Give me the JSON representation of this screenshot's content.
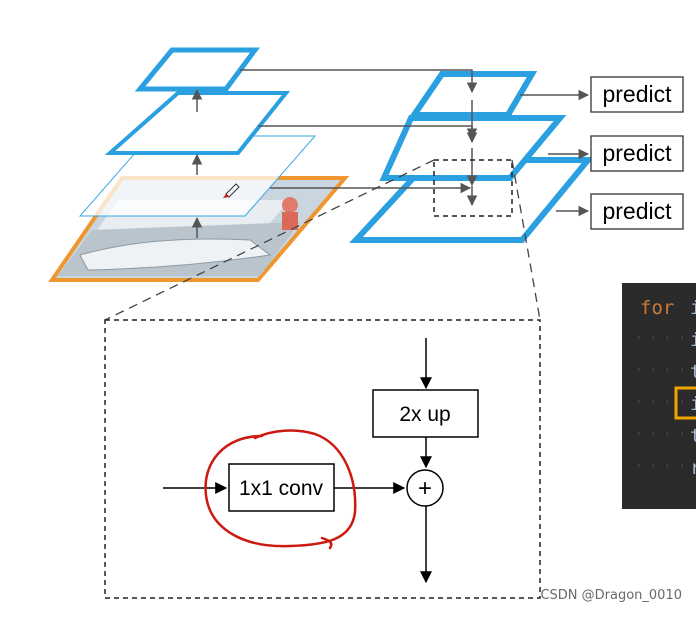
{
  "predict_boxes": [
    {
      "label": "predict"
    },
    {
      "label": "predict"
    },
    {
      "label": "predict"
    }
  ],
  "detail": {
    "upsample_label": "2x up",
    "conv_label": "1x1 conv",
    "sum_symbol": "+"
  },
  "code_panel": {
    "keyword": "for",
    "fragment": "i",
    "line_chars": [
      "i",
      "t",
      "i",
      "t",
      "r"
    ]
  },
  "watermark": "CSDN @Dragon_0010",
  "colors": {
    "pyramid_blue": "#2aa0e0",
    "image_border_orange": "#f0962e",
    "annotation_red": "#cc1a10",
    "code_bg": "#2b2b2b",
    "code_keyword": "#cc7832",
    "code_highlight": "#f0a500"
  },
  "icons": [
    "pencil-cursor-icon"
  ]
}
